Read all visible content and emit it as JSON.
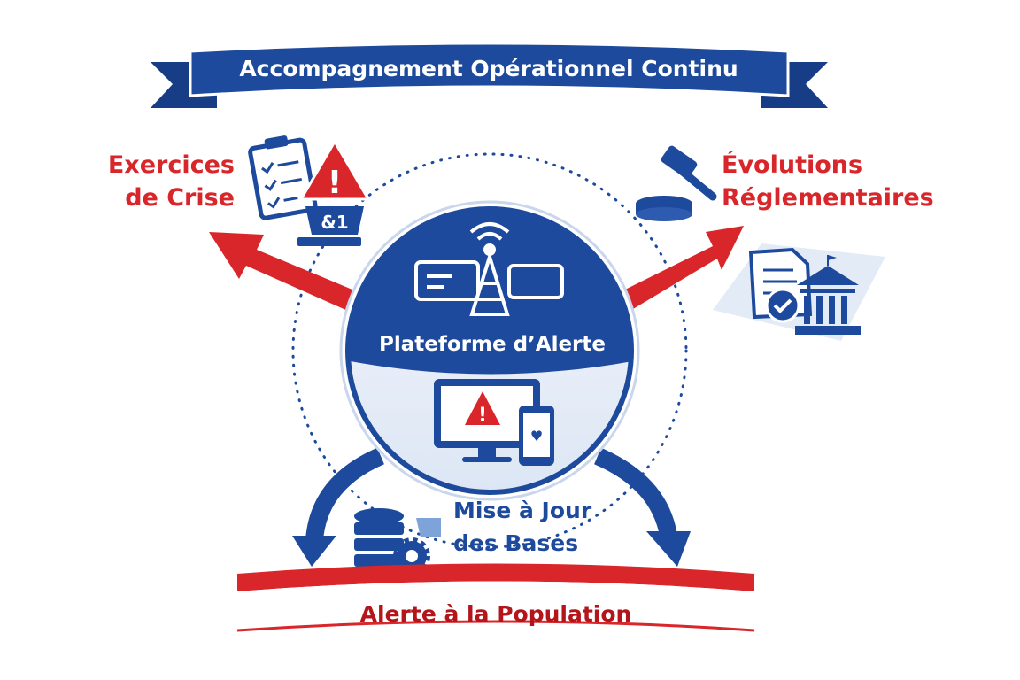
{
  "banner": {
    "title": "Accompagnement Opérationnel Continu"
  },
  "center": {
    "title": "Plateforme d’Alerte"
  },
  "left_item": {
    "line1": "Exercices",
    "line2": "de Crise",
    "badge": "&1"
  },
  "right_item": {
    "line1": "Évolutions",
    "line2": "Réglementaires"
  },
  "bottom_item": {
    "line1": "Mise à Jour",
    "line2": "des Bases"
  },
  "footer": {
    "title": "Alerte à la Population"
  },
  "colors": {
    "navy": "#1d4a9c",
    "red": "#d9262b",
    "light_blue": "#e3ebf7"
  },
  "icons": [
    "clipboard-checklist-icon",
    "warning-triangle-icon",
    "gavel-icon",
    "document-check-icon",
    "government-building-icon",
    "antenna-tower-icon",
    "monitor-warning-icon",
    "smartphone-heart-icon",
    "database-icon",
    "gear-icon"
  ]
}
